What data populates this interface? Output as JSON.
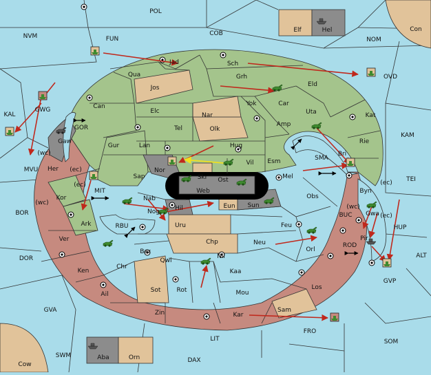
{
  "colors": {
    "sea": "#a9dcea",
    "green_power": "#a4c48c",
    "red_power": "#c68a7f",
    "tan_neutral": "#e1c39a",
    "grey_power": "#8c8c8c",
    "order_arrow": "#c0281c",
    "support_arrow": "#f0e020"
  },
  "icons": [
    "supply-center-icon",
    "army-icon",
    "fleet-icon",
    "convoy-arrow-icon"
  ],
  "provinces": {
    "POL": "POL",
    "FUN": "FUN",
    "COB": "COB",
    "NVM": "NVM",
    "NOM": "NOM",
    "Con": "Con",
    "Elf": "Elf",
    "Hel": "Hel",
    "Jad": "Jad",
    "Sch": "Sch",
    "OVD": "OVD",
    "Qua": "Qua",
    "Grh": "Grh",
    "Eld": "Eld",
    "Jos": "Jos",
    "Can": "Can",
    "KAL": "KAL",
    "GWG": "GWG",
    "Yok": "Yok",
    "Car": "Car",
    "Uta": "Uta",
    "Kat": "Kat",
    "Elc": "Elc",
    "Nar": "Nar",
    "Amp": "Amp",
    "KAM": "KAM",
    "Tel": "Tel",
    "Olk": "Olk",
    "GOR": "GOR",
    "Gaw": "Gaw",
    "Gur": "Gur",
    "Rie": "Rie",
    "Lan": "Lan",
    "Hug": "Hug",
    "Bri": "Bri",
    "SMA": "SMA",
    "Esm": "Esm",
    "Vil": "Vil",
    "Nor": "Nor",
    "MVU": "MVU",
    "Her": "Her",
    "Skr": "Skr",
    "Ost": "Ost",
    "Mel": "Mel",
    "Sap": "Sap",
    "TEI": "TEI",
    "Byn": "Byn",
    "Web": "Web",
    "MIT": "MIT",
    "Kor": "Kor",
    "Obs": "Obs",
    "BOR": "BOR",
    "Nab": "Nab",
    "Eun": "Eun",
    "Sun": "Sun",
    "Hil": "Hil",
    "Ark": "Ark",
    "Nog": "Nog",
    "BUC": "BUC",
    "Gwa": "Gwa",
    "RBU": "RBU",
    "Uru": "Uru",
    "Feu": "Feu",
    "HUP": "HUP",
    "Pir": "Pir",
    "Ver": "Ver",
    "Chp": "Chp",
    "Neu": "Neu",
    "Orl": "Orl",
    "ALT": "ALT",
    "DOR": "DOR",
    "Bar": "Bar",
    "Qwi": "Qwi",
    "Nil": "Nil",
    "ROD": "ROD",
    "Ken": "Ken",
    "Chr": "Chr",
    "Kaa": "Kaa",
    "GVP": "GVP",
    "Sot": "Sot",
    "Rot": "Rot",
    "Ail": "Ail",
    "Mou": "Mou",
    "Los": "Los",
    "GVA": "GVA",
    "Zin": "Zin",
    "Sam": "Sam",
    "Kar": "Kar",
    "FRO": "FRO",
    "LIT": "LIT",
    "SOM": "SOM",
    "SWM": "SWM",
    "Aba": "Aba",
    "Orn": "Orn",
    "DAX": "DAX",
    "Cow": "Cow"
  },
  "coast_tags": {
    "wc1": "(wc)",
    "ec1": "(ec)",
    "ec2": "(ec)",
    "wc2": "(wc)",
    "ec3": "(ec)",
    "wc3": "(wc)",
    "ec4": "(ec)"
  }
}
